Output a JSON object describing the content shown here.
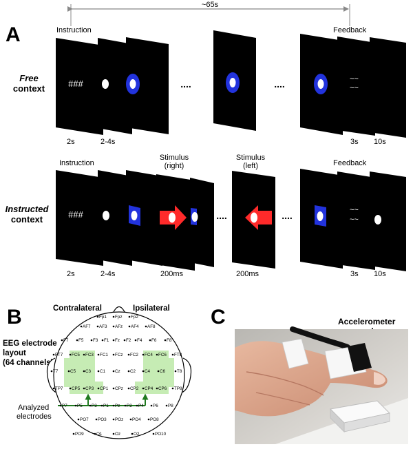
{
  "panel_a": {
    "label": "A",
    "duration": "~65s",
    "free": {
      "context_em": "Free",
      "context_rest": "context",
      "instruction": "Instruction",
      "feedback": "Feedback",
      "hash_text": "###",
      "wave_text": "~~",
      "ellipsis": "....",
      "timings": [
        "2s",
        "2-4s",
        "3s",
        "10s"
      ]
    },
    "instructed": {
      "context_em": "Instructed",
      "context_rest": "context",
      "instruction": "Instruction",
      "feedback": "Feedback",
      "stim_right_line1": "Stimulus",
      "stim_right_line2": "(right)",
      "stim_left_line1": "Stimulus",
      "stim_left_line2": "(left)",
      "hash_text": "###",
      "wave_text": "~~",
      "ellipsis": "....",
      "timings": [
        "2s",
        "2-4s",
        "200ms",
        "200ms",
        "3s",
        "10s"
      ]
    },
    "colors": {
      "screen": "#000000",
      "dot": "#ffffff",
      "ring": "#2233dd",
      "arrow": "#ff2a2a"
    }
  },
  "panel_b": {
    "label": "B",
    "contralateral": "Contralateral",
    "ipsilateral": "Ipsilateral",
    "layout_title": [
      "EEG electrode",
      "layout",
      "(64 channels)"
    ],
    "analyzed": [
      "Analyzed",
      "electrodes"
    ],
    "highlight_color": "#c6ecb4",
    "arrow_color": "#1f7a1f",
    "electrodes": {
      "row1": [
        "Fp1",
        "Fpz",
        "Fp2"
      ],
      "row2": [
        "AF7",
        "AF3",
        "AFz",
        "AF4",
        "AF8"
      ],
      "row3": [
        "F7",
        "F5",
        "F3",
        "F1",
        "Fz",
        "F2",
        "F4",
        "F6",
        "F8"
      ],
      "row4": [
        "FT7",
        "FC5",
        "FC3",
        "FC1",
        "FCz",
        "FC2",
        "FC4",
        "FC6",
        "FT8"
      ],
      "row5": [
        "T7",
        "C5",
        "C3",
        "C1",
        "Cz",
        "C2",
        "C4",
        "C6",
        "T8"
      ],
      "row6": [
        "TP7",
        "CP5",
        "CP3",
        "CP1",
        "CPz",
        "CP2",
        "CP4",
        "CP6",
        "TP8"
      ],
      "row7": [
        "P7",
        "P5",
        "P3",
        "P1",
        "Pz",
        "P2",
        "P4",
        "P6",
        "P8"
      ],
      "row8": [
        "PO7",
        "PO3",
        "POz",
        "PO4",
        "PO8"
      ],
      "row9": [
        "PO9",
        "O1",
        "Oz",
        "O2",
        "PO10"
      ]
    }
  },
  "panel_c": {
    "label": "C",
    "accelerometer": "Accelerometer"
  }
}
